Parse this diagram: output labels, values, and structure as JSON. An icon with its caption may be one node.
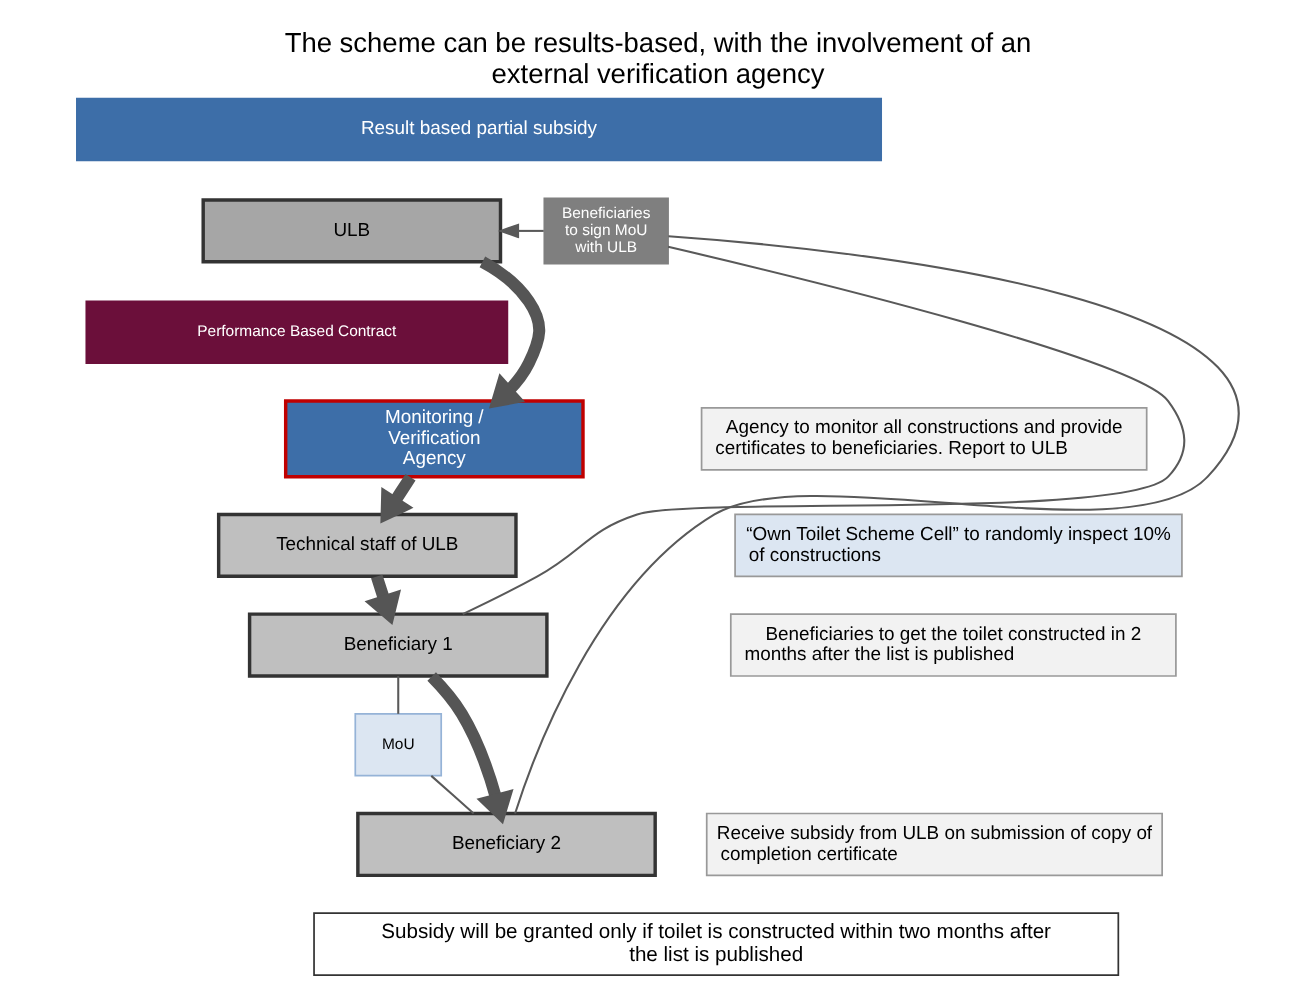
{
  "diagram": {
    "title": "The scheme can be results-based, with the involvement of an external verification agency",
    "caption": "Subsidy will be granted only if toilet is constructed within two months after the list is published",
    "nodes": [
      {
        "text": [
          "Result based partial subsidy"
        ]
      },
      {
        "text": [
          "ULB"
        ]
      },
      {
        "text": [
          "Performance Based Contract"
        ]
      },
      {
        "text": [
          "Monitoring / Verification Agency"
        ]
      },
      {
        "text": [
          "Agency to monitor all constructions and provide certificates to beneficiaries. Report to ULB"
        ]
      },
      {
        "text": [
          "Technical staff of ULB"
        ]
      },
      {
        "text": [
          "“Own Toilet Scheme Cell” to randomly inspect 10% of constructions"
        ]
      },
      {
        "text": [
          "Beneficiary 1"
        ]
      },
      {
        "text": [
          "Beneficiaries to get the toilet constructed in 2 months after the list is published"
        ]
      },
      {
        "text": [
          "MoU"
        ]
      },
      {
        "text": [
          "Beneficiary 2"
        ]
      },
      {
        "text": [
          "Receive subsidy from ULB on submission of copy of completion certificate"
        ]
      },
      {
        "text": [
          "Beneficiaries to sign MoU with ULB"
        ]
      }
    ],
    "edges": [
      {
        "from": 1,
        "to": 3,
        "arrow": "to",
        "style": "thick",
        "color": "#555555"
      },
      {
        "from": 3,
        "to": 5,
        "arrow": "to",
        "style": "thick",
        "color": "#555555"
      },
      {
        "from": 5,
        "to": 7,
        "arrow": "to",
        "style": "thick",
        "color": "#555555"
      },
      {
        "from": 7,
        "to": 10,
        "arrow": "to",
        "style": "thick",
        "color": "#555555"
      },
      {
        "from": 12,
        "to": 1,
        "arrow": "to"
      },
      {
        "from": 7,
        "to": 12,
        "arrow": "none"
      },
      {
        "from": 10,
        "to": 12,
        "arrow": "none"
      },
      {
        "from": 7,
        "to": 9,
        "arrow": "none"
      },
      {
        "from": 9,
        "to": 10,
        "arrow": "none"
      }
    ]
  }
}
